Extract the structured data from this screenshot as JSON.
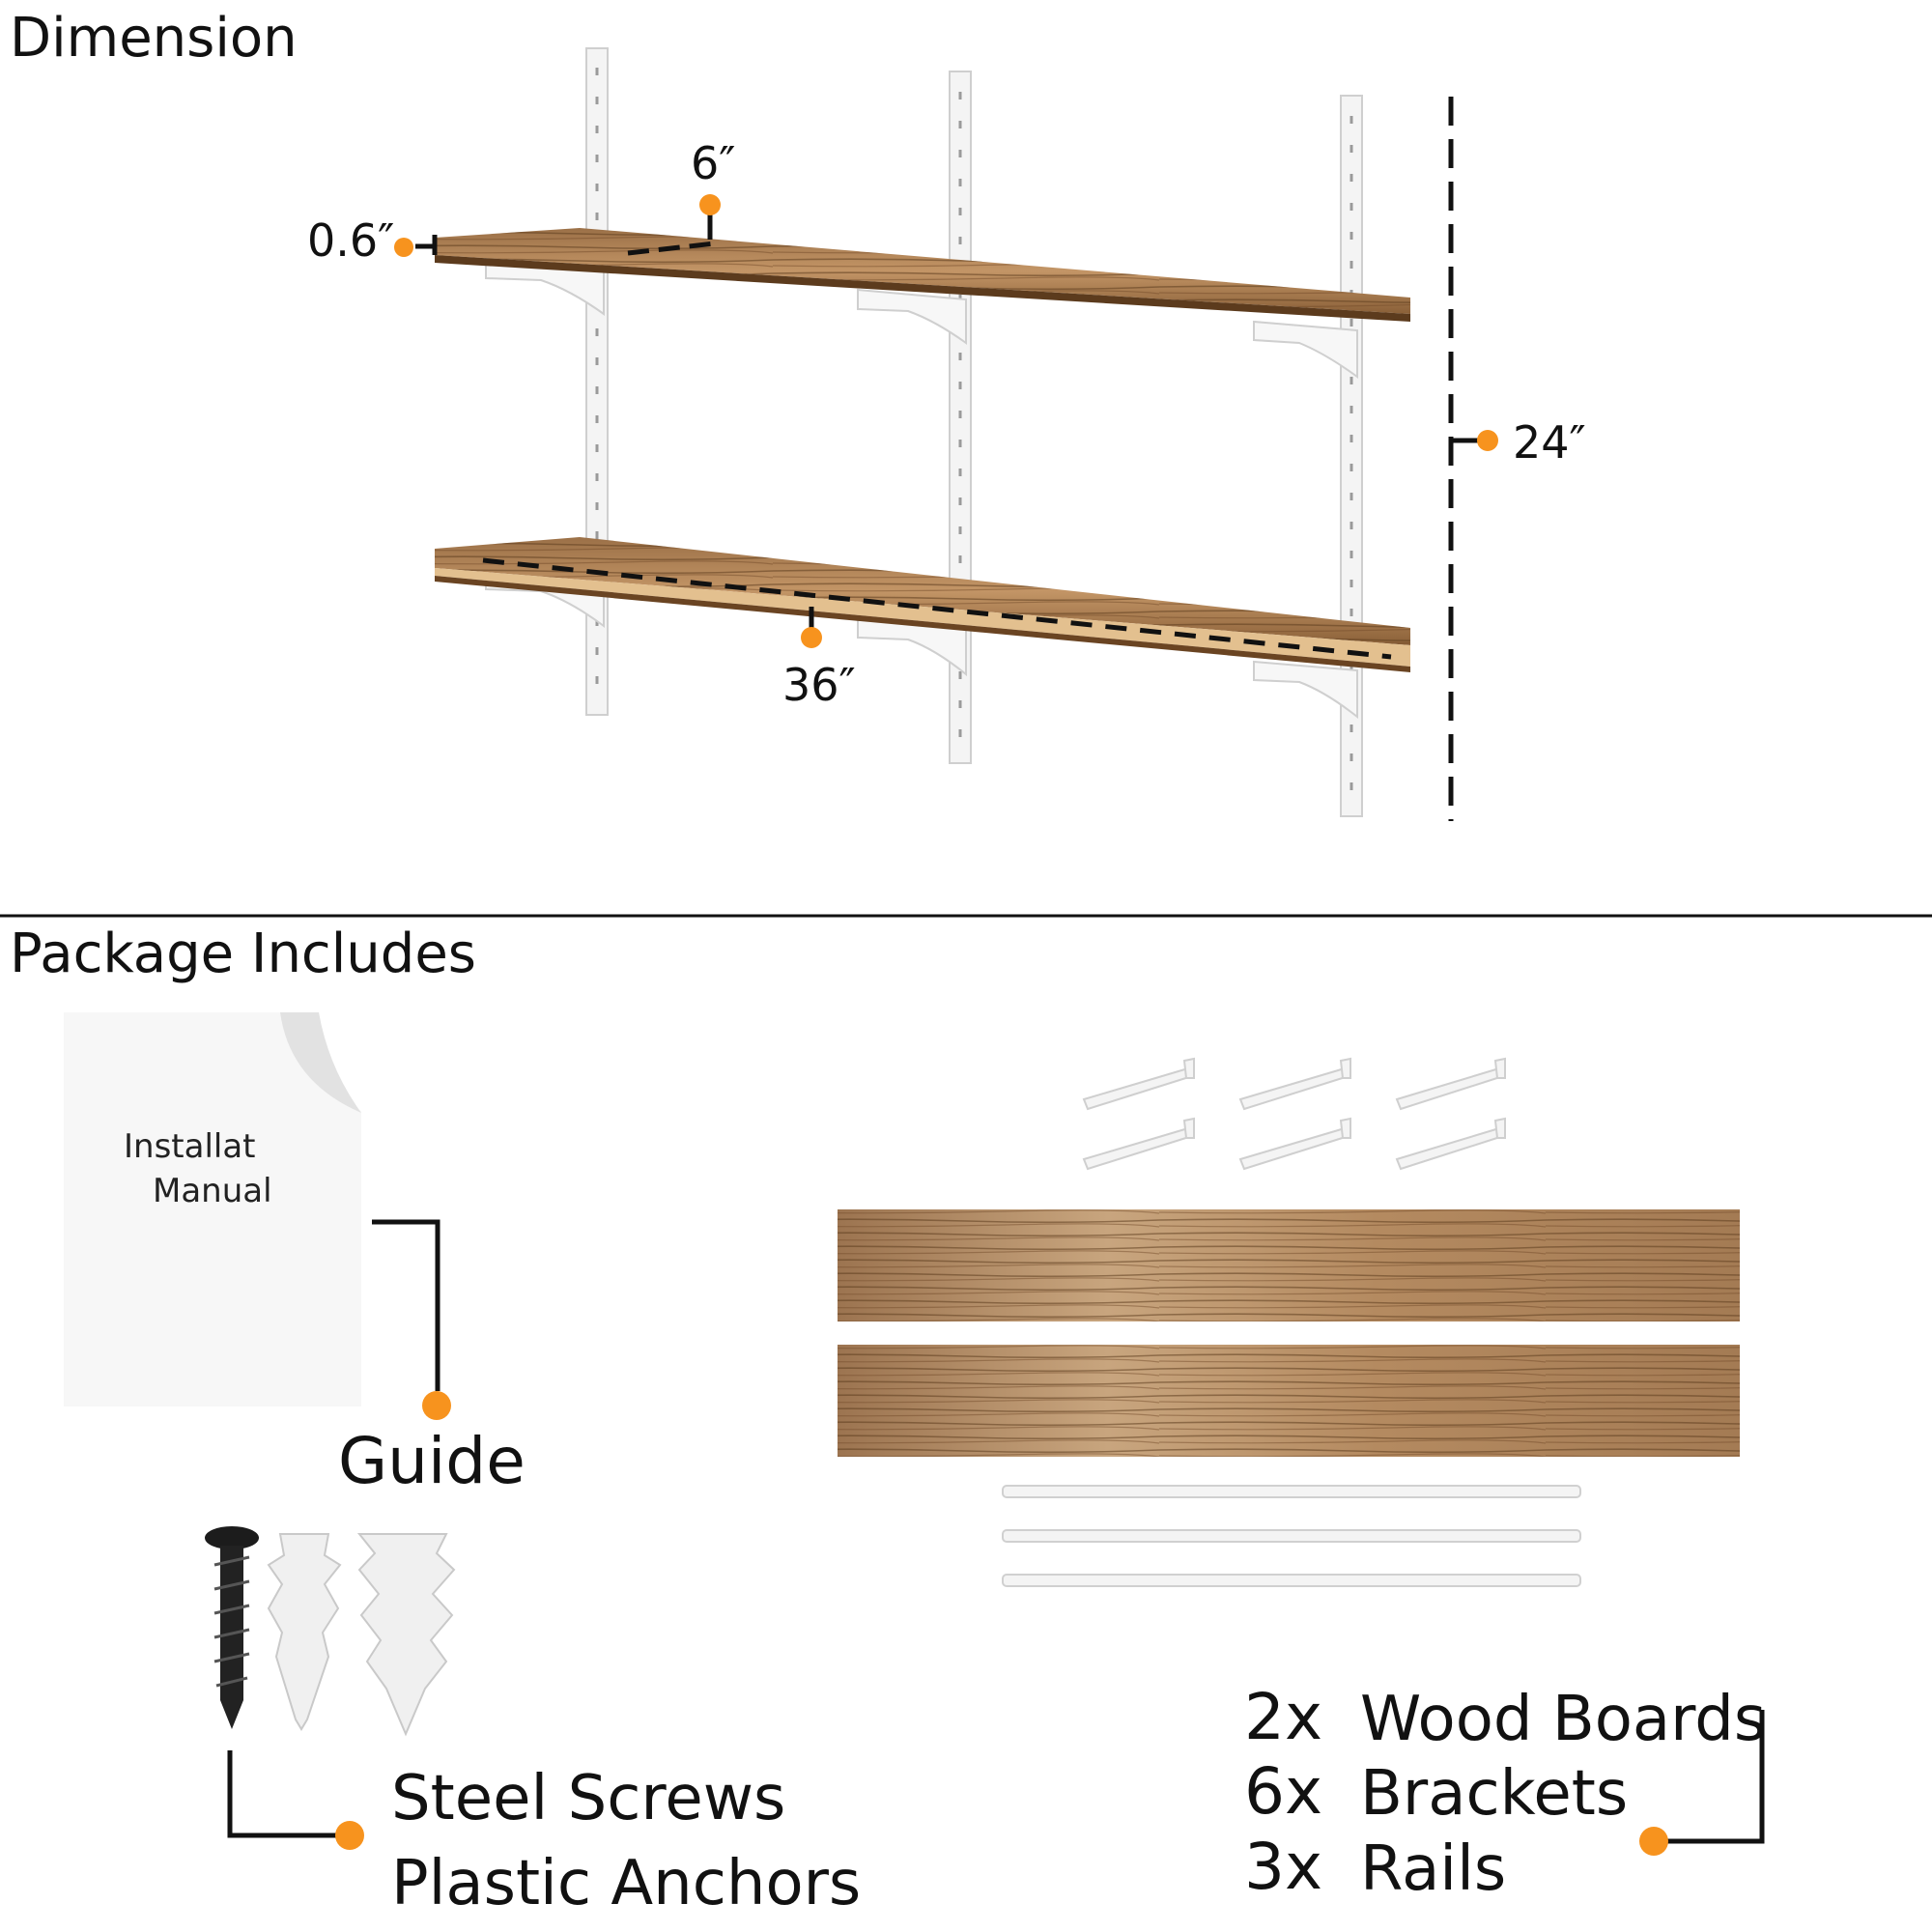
{
  "sections": {
    "dimension_title": "Dimension",
    "package_title": "Package Includes"
  },
  "dimensions": {
    "thickness": "0.6″",
    "depth": "6″",
    "length": "36″",
    "height": "24″"
  },
  "guide": {
    "manual_line1": "Installat",
    "manual_line2": "Manual",
    "label": "Guide"
  },
  "hardware": {
    "line1": "Steel Screws",
    "line2": "Plastic Anchors"
  },
  "contents": [
    {
      "qty": "2x",
      "name": "Wood Boards"
    },
    {
      "qty": "6x",
      "name": "Brackets"
    },
    {
      "qty": "3x",
      "name": "Rails"
    }
  ],
  "colors": {
    "accent_dot": "#f7931e",
    "wood_light": "#c49a6c",
    "wood_dark": "#7a5230",
    "line": "#111111"
  }
}
